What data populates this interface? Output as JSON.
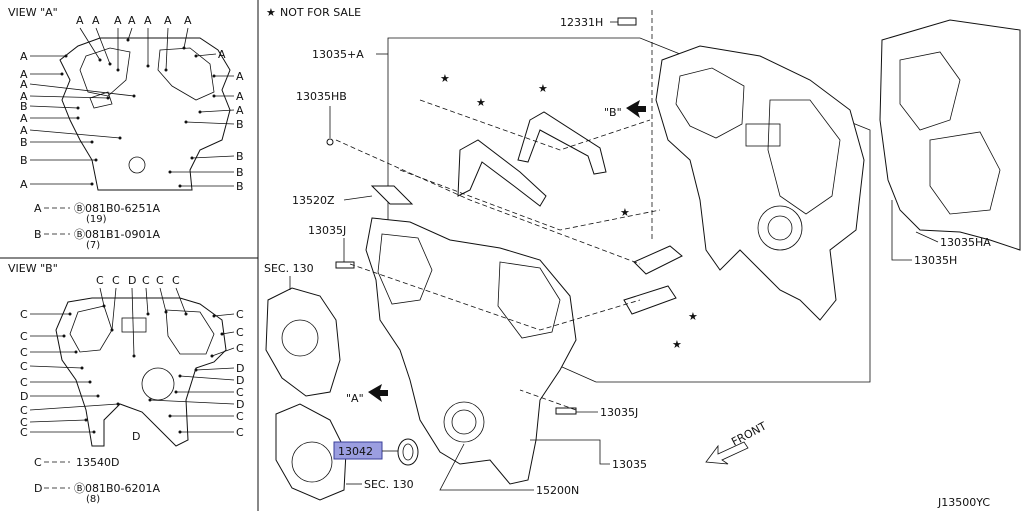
{
  "header": {
    "not_for_sale": "NOT FOR SALE",
    "star": "★"
  },
  "view_a": {
    "title": "VIEW \"A\"",
    "top_letters": [
      "A",
      "A",
      "A",
      "A",
      "A",
      "A",
      "A"
    ],
    "left_letters": [
      "A",
      "A",
      "A",
      "A",
      "B",
      "A",
      "A",
      "B",
      "B",
      "A"
    ],
    "right_letters": [
      "A",
      "A",
      "A",
      "A",
      "B",
      "B",
      "B",
      "B"
    ],
    "legend": [
      {
        "key": "A",
        "code": "Ⓑ081B0-6251A",
        "qty": "(19)"
      },
      {
        "key": "B",
        "code": "Ⓑ081B1-0901A",
        "qty": "(7)"
      }
    ]
  },
  "view_b": {
    "title": "VIEW \"B\"",
    "top_letters": [
      "C",
      "C",
      "D",
      "C",
      "C",
      "C"
    ],
    "left_letters": [
      "C",
      "C",
      "C",
      "C",
      "C",
      "D",
      "C",
      "C",
      "C"
    ],
    "right_letters": [
      "C",
      "C",
      "C",
      "D",
      "D",
      "C",
      "D",
      "C",
      "C"
    ],
    "bottom_letter": "D",
    "legend": [
      {
        "key": "C",
        "code": "13540D",
        "qty": ""
      },
      {
        "key": "D",
        "code": "Ⓑ081B0-6201A",
        "qty": "(8)"
      }
    ]
  },
  "parts": {
    "p12331H": "12331H",
    "p13035A": "13035+A",
    "p13035HB": "13035HB",
    "p13520Z": "13520Z",
    "p13035J_top": "13035J",
    "sec130_top": "SEC. 130",
    "p13042": "13042",
    "sec130_bottom": "SEC. 130",
    "p13035J_bottom": "13035J",
    "p13035": "13035",
    "p15200N": "15200N",
    "p13035HA": "13035HA",
    "p13035H": "13035H",
    "view_a_arrow": "\"A\"",
    "view_b_arrow": "\"B\"",
    "front": "FRONT",
    "diagram_code": "J13500YC"
  },
  "colors": {
    "highlight": "#9b9ee0"
  }
}
